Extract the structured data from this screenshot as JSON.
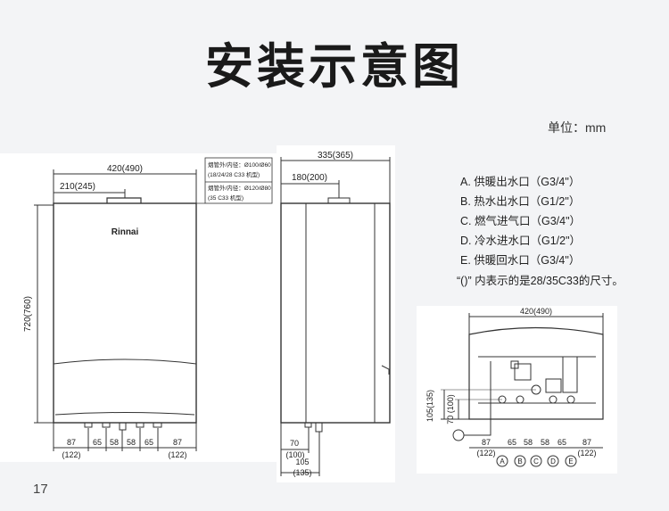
{
  "title": "安装示意图",
  "unit_label": "单位：mm",
  "front_view": {
    "width_label": "420(490)",
    "half_width_label": "210(245)",
    "height_label": "720(760)",
    "brand_logo": "Rinnai",
    "flue_note_1a": "烟管外/内径：Ø100/Ø60",
    "flue_note_1b": "(18/24/28 C33 机型)",
    "flue_note_2a": "烟管外/内径：Ø120/Ø80",
    "flue_note_2b": "(35 C33 机型)",
    "bottom_dims": [
      "87",
      "65",
      "58",
      "58",
      "65",
      "87"
    ],
    "bottom_dims_alt_left": "(122)",
    "bottom_dims_alt_right": "(122)"
  },
  "side_view": {
    "depth_label": "335(365)",
    "flue_offset_label": "180(200)",
    "dim_70": "70",
    "dim_100": "(100)",
    "dim_105": "105",
    "dim_135": "(135)"
  },
  "bottom_view": {
    "width_label": "420(490)",
    "height_1": "105(135)",
    "height_2": "70 (100)",
    "bottom_dims": [
      "87",
      "65",
      "58",
      "58",
      "65",
      "87"
    ],
    "alt_left": "(122)",
    "alt_right": "(122)",
    "connectors": [
      "A",
      "B",
      "C",
      "D",
      "E"
    ]
  },
  "legend": [
    "A. 供暖出水口（G3/4\"）",
    "B. 热水出水口（G1/2\"）",
    "C. 燃气进气口（G3/4\"）",
    "D. 冷水进水口（G1/2\"）",
    "E. 供暖回水口（G3/4\"）"
  ],
  "note": "“()” 内表示的是28/35C33的尺寸。",
  "page_number": "17"
}
